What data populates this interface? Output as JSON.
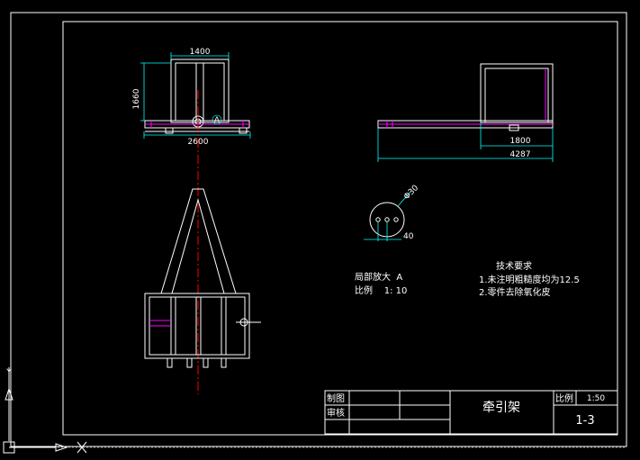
{
  "drawing": {
    "colors": {
      "background": "#000000",
      "outline": "#ffffff",
      "dimension": "#00ffff",
      "centerline": "#ff0000",
      "hidden": "#ff00ff"
    },
    "front_view": {
      "width_dim": "1400",
      "height_dim": "1660",
      "base_dim": "2600",
      "detail_marker": "A"
    },
    "side_view": {
      "inner_dim": "1800",
      "overall_dim": "4287"
    },
    "detail_view": {
      "diameter_dim": "Φ30",
      "offset_dim": "40",
      "title": "局部放大  A",
      "scale": "比例    1: 10"
    },
    "tech_notes": {
      "heading": "技术要求",
      "items": [
        "1.未注明粗糙度均为12.5",
        "2.零件去除氧化皮"
      ]
    },
    "title_block": {
      "drawn_by_label": "制图",
      "checked_by_label": "审核",
      "part_name": "牵引架",
      "scale_label": "比例",
      "scale_value": "1:50",
      "drawing_number": "1-3"
    },
    "ucs": {
      "y_label": "Y",
      "x_label": "X"
    }
  }
}
